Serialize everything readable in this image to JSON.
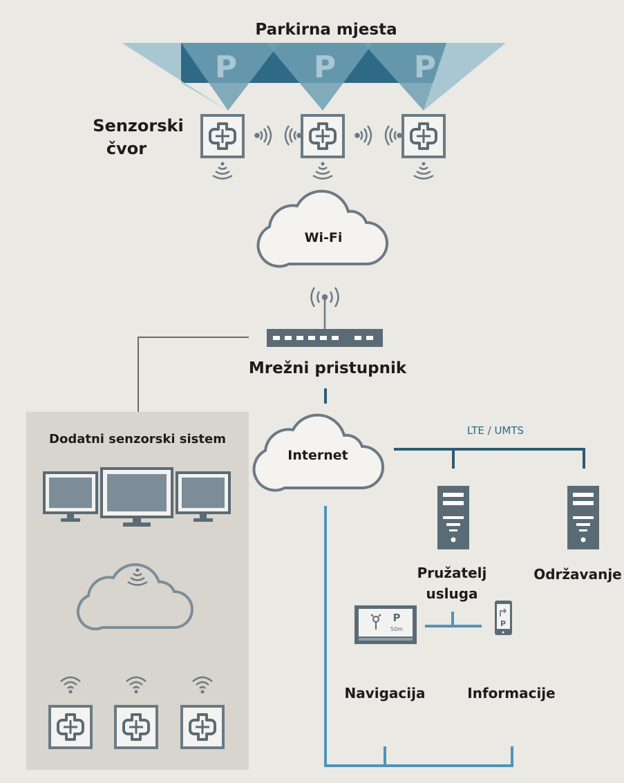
{
  "title": "Parkirna mjesta",
  "parking_letter": "P",
  "sensor_node_label_1": "Senzorski",
  "sensor_node_label_2": "čvor",
  "wifi_label": "Wi-Fi",
  "gateway_label": "Mrežni pristupnik",
  "internet_label": "Internet",
  "lte_label": "LTE / UMTS",
  "extra_system_label": "Dodatni senzorski sistem",
  "provider_label_1": "Pružatelj",
  "provider_label_2": "usluga",
  "maintenance_label": "Održavanje",
  "navigation_label": "Navigacija",
  "information_label": "Informacije",
  "nav_device_text_p": "P",
  "nav_device_text_dist": "50m",
  "phone_text_p": "P",
  "colors": {
    "background": "#ebe9e4",
    "panel": "#d7d5ce",
    "teal_light": "#a9c7d2",
    "teal_mid": "#6f9fb3",
    "teal_dark": "#2e6a85",
    "device_gray": "#5a6b75",
    "line_blue": "#4f93b8",
    "line_dark": "#2d5c74",
    "line_gray": "#6e6a63"
  }
}
